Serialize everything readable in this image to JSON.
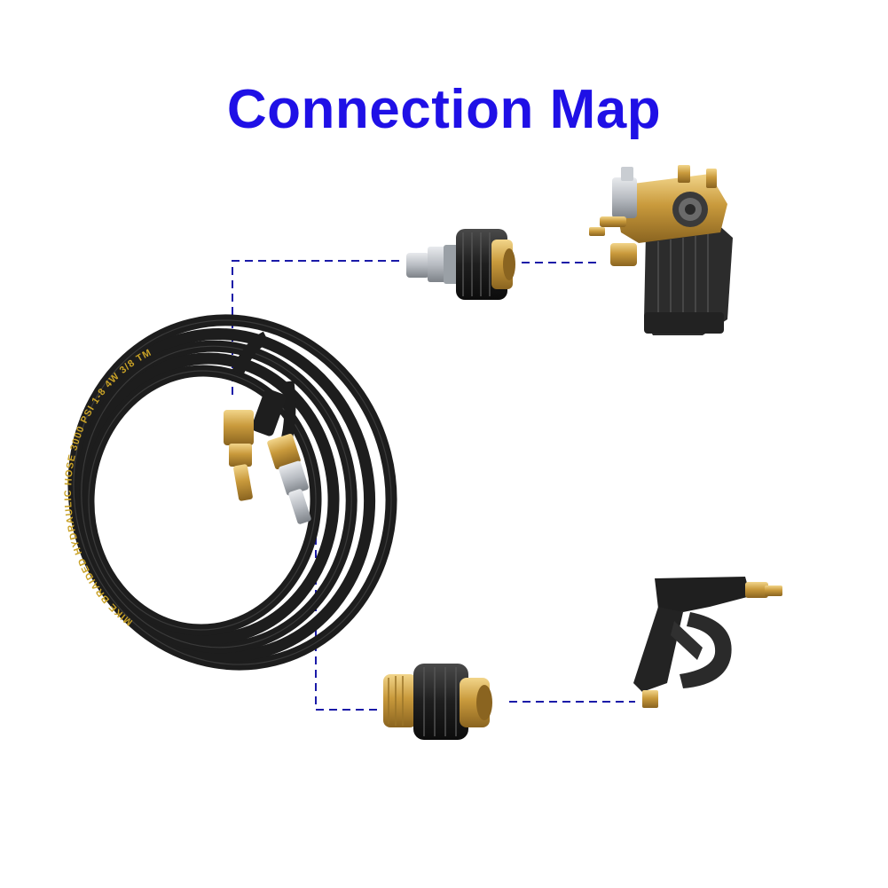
{
  "title": "Connection Map",
  "colors": {
    "title": "#1f10e6",
    "connector_line": "#1a1aa8",
    "hose": "#1d1d1d",
    "hose_text": "#c9a227",
    "brass": "#c99a3c",
    "steel": "#b8bcc2",
    "pump_body": "#2c2c2c"
  },
  "hose": {
    "print_text": "MIKE BRAIDED HYDRAULIC HOSE 3000 PSI 1-8 4W 3/8 TM"
  },
  "components": [
    {
      "id": "hose-reel",
      "icon": "coiled-hose-icon"
    },
    {
      "id": "adapter-top",
      "icon": "m22-to-quick-plug-adapter-icon"
    },
    {
      "id": "pump",
      "icon": "pressure-washer-pump-icon"
    },
    {
      "id": "adapter-bottom",
      "icon": "m22-to-quick-coupler-adapter-icon"
    },
    {
      "id": "spray-gun",
      "icon": "spray-gun-icon"
    }
  ],
  "connections": [
    {
      "from": "hose-reel",
      "to": "adapter-top"
    },
    {
      "from": "adapter-top",
      "to": "pump"
    },
    {
      "from": "hose-reel",
      "to": "adapter-bottom"
    },
    {
      "from": "adapter-bottom",
      "to": "spray-gun"
    }
  ]
}
